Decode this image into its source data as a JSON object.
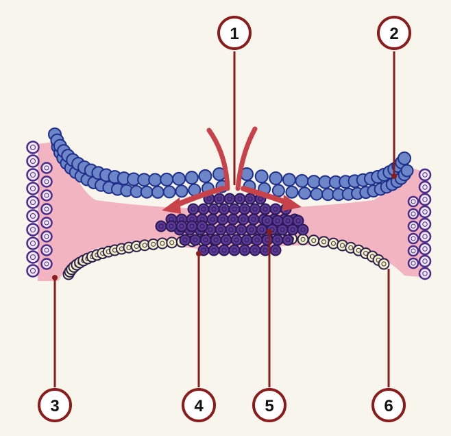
{
  "diagram": {
    "callouts": [
      {
        "id": "c1",
        "label": "1"
      },
      {
        "id": "c2",
        "label": "2"
      },
      {
        "id": "c3",
        "label": "3"
      },
      {
        "id": "c4",
        "label": "4"
      },
      {
        "id": "c5",
        "label": "5"
      },
      {
        "id": "c6",
        "label": "6"
      }
    ],
    "colors": {
      "callout_ring": "#8a1c1c",
      "leader_line": "#8a1c1c",
      "arrow": "#c8424a",
      "mesoderm_fill": "#f2b4c0",
      "epiblast_fill": "#6d86c8",
      "epiblast_outline": "#1d2f8a",
      "primitive_streak_cell": "#5a3a94",
      "hypoblast_cell_fill": "#f4f0c6",
      "hypoblast_cell_outline": "#2a1f4e",
      "side_cell_fill": "#f0e6f6",
      "side_cell_outline": "#4a2a88"
    }
  }
}
